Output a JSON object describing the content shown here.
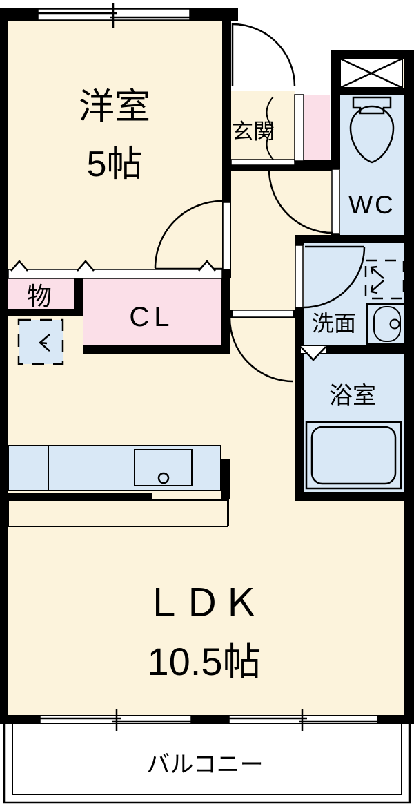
{
  "plan": {
    "type": "apartment-floor-plan",
    "rooms": {
      "western_room": {
        "name": "洋室",
        "size": "5帖"
      },
      "entrance": {
        "name": "玄関"
      },
      "toilet": {
        "name": "WC"
      },
      "storage": {
        "name": "物"
      },
      "closet": {
        "name": "CL"
      },
      "washroom": {
        "name": "洗面"
      },
      "bathroom": {
        "name": "浴室"
      },
      "ldk": {
        "name": "ＬＤＫ",
        "size": "10.5帖"
      },
      "balcony": {
        "name": "バルコニー"
      }
    },
    "fixtures": [
      "toilet-icon",
      "washbasin-icon",
      "washing-machine-space-icon",
      "bathtub-icon",
      "kitchen-counter-sink-icon",
      "refrigerator-space-icon",
      "pipe-space-x-icon"
    ]
  },
  "colors": {
    "floor": "#FCF3DC",
    "closet": "#FBDFE8",
    "wet": "#D9E8F6",
    "wall": "#000000",
    "outside": "#FFFFFF"
  }
}
